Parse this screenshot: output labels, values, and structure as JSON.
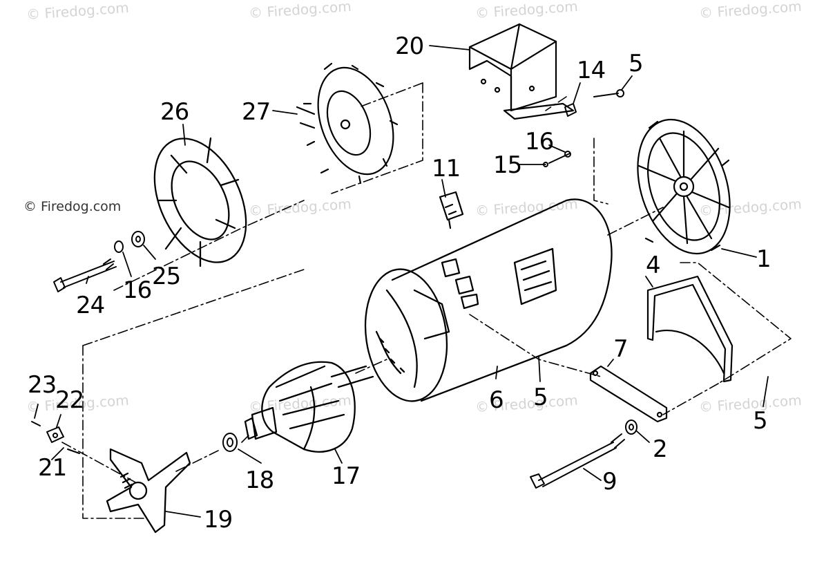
{
  "watermark": {
    "text": "© Firedog.com"
  },
  "parts": {
    "p1": "1",
    "p2": "2",
    "p4": "4",
    "p5": "5",
    "p6": "6",
    "p7": "7",
    "p9": "9",
    "p11": "11",
    "p14": "14",
    "p15": "15",
    "p16": "16",
    "p17": "17",
    "p18": "18",
    "p19": "19",
    "p20": "20",
    "p21": "21",
    "p22": "22",
    "p23": "23",
    "p24": "24",
    "p25": "25",
    "p26": "26",
    "p27": "27"
  }
}
